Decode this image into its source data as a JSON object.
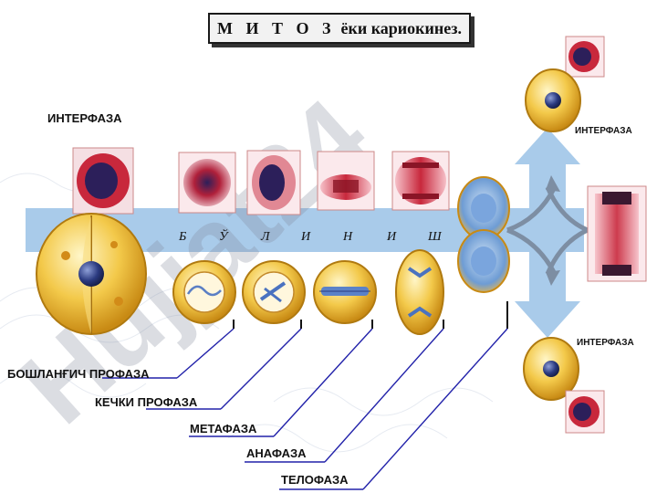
{
  "title": {
    "main": "М И Т О З",
    "rest": "ёки кариокинез."
  },
  "interphase_labels": {
    "left": "ИНТЕРФАЗА",
    "top_right": "ИНТЕРФАЗА",
    "bottom_right": "ИНТЕРФАЗА"
  },
  "band_letters": [
    "Б",
    "Ў",
    "Л",
    "И",
    "Н",
    "И",
    "Ш"
  ],
  "stages": [
    {
      "label": "БОШЛАНҒИЧ ПРОФАЗА"
    },
    {
      "label": "КЕЧКИ ПРОФАЗА"
    },
    {
      "label": "МЕТАФАЗА"
    },
    {
      "label": "АНАФАЗА"
    },
    {
      "label": "ТЕЛОФАЗА"
    }
  ],
  "watermark": "Hujjat24",
  "colors": {
    "band": "#a9cbea",
    "line": "#2222aa",
    "cell_yellow": "#f1c232",
    "nucleus": "#2b3a80",
    "micro_red": "#c0243a"
  }
}
